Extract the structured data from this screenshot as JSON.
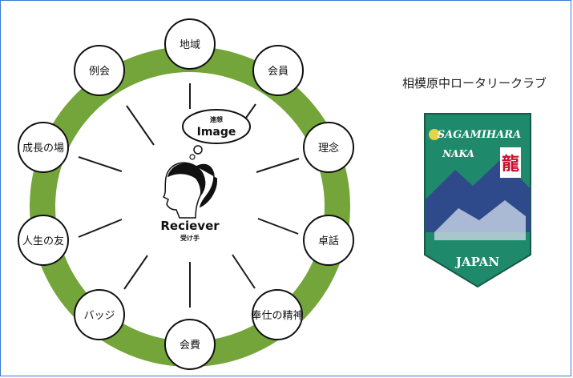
{
  "diagram": {
    "nodes": [
      {
        "id": "chiiki",
        "label": "地域"
      },
      {
        "id": "kaiin",
        "label": "会員"
      },
      {
        "id": "rinen",
        "label": "理念"
      },
      {
        "id": "takuwa",
        "label": "卓話"
      },
      {
        "id": "houshi",
        "label": "奉仕の精神"
      },
      {
        "id": "kaihi",
        "label": "会費"
      },
      {
        "id": "badge",
        "label": "バッジ"
      },
      {
        "id": "jinsei",
        "label": "人生の友"
      },
      {
        "id": "seicho",
        "label": "成長の場"
      },
      {
        "id": "reikai",
        "label": "例会"
      }
    ],
    "bubble": {
      "small": "連想",
      "main": "Image"
    },
    "receiver": {
      "main": "Reciever",
      "sub": "受け手"
    }
  },
  "club": {
    "name": "相模原中ロータリークラブ"
  },
  "pennant": {
    "top_text_1": "SAGAMIHARA",
    "top_text_2": "NAKA",
    "kanji": "龍",
    "bottom_text": "JAPAN"
  },
  "colors": {
    "ring": "#74a53a",
    "pennant_green": "#1f8a6b",
    "pennant_dark": "#2f4a8a",
    "border": "#3a7bd5"
  }
}
